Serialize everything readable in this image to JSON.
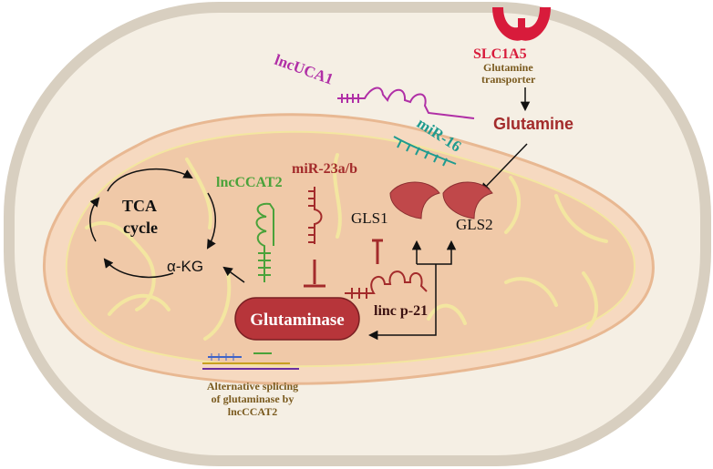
{
  "labels": {
    "slc1a5": "SLC1A5",
    "transporter_line1": "Glutamine",
    "transporter_line2": "transporter",
    "glutamine": "Glutamine",
    "lncuca1": "lncUCA1",
    "mir16": "miR-16",
    "mir23": "miR-23a/b",
    "lncccat2": "lncCCAT2",
    "tca_line1": "TCA",
    "tca_line2": "cycle",
    "akg": "α-KG",
    "gls1": "GLS1",
    "gls2": "GLS2",
    "glutaminase": "Glutaminase",
    "lincp21": "linc p-21",
    "splicing_line1": "Alternative splicing",
    "splicing_line2": "of glutaminase by",
    "splicing_line3": "lncCCAT2"
  },
  "colors": {
    "cell_fill": "#f5efe4",
    "cell_stroke": "#d8cfc0",
    "mito_outer": "#f6d9c0",
    "mito_inner": "#f0c9a8",
    "crista_stroke": "#f3e6a0",
    "slc_red": "#d81b3b",
    "dark_red": "#a32b2b",
    "enzyme_red": "#c0484a",
    "uca1_purple": "#b02fa6",
    "mir16_teal": "#1f9b8f",
    "ccat2_green": "#4aa23a",
    "brown_text": "#7a5a1e",
    "black": "#111111"
  }
}
